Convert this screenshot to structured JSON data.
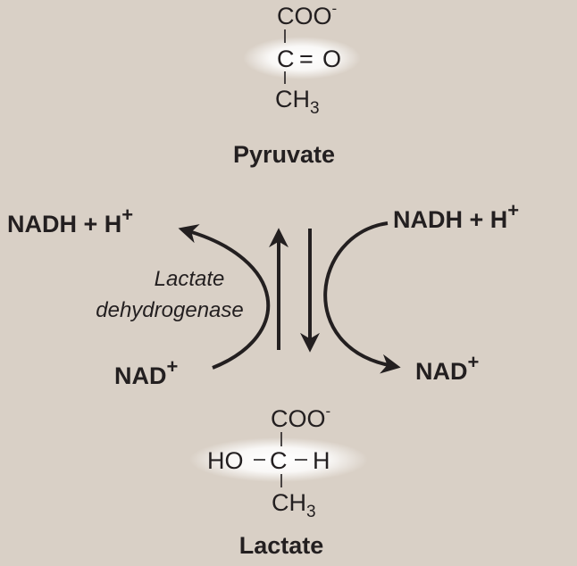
{
  "colors": {
    "background": "#d9d0c6",
    "ink": "#231f20",
    "highlight": "#ffffff"
  },
  "pyruvate": {
    "carboxylate": "COO",
    "carboxylate_charge": "-",
    "carbonyl_carbon": "C",
    "double_bond": "=",
    "carbonyl_oxygen": "O",
    "methyl": "CH",
    "methyl_subscript": "3",
    "name": "Pyruvate"
  },
  "lactate": {
    "carboxylate": "COO",
    "carboxylate_charge": "-",
    "hydroxyl": "HO",
    "central_carbon": "C",
    "hydrogen": "H",
    "methyl": "CH",
    "methyl_subscript": "3",
    "name": "Lactate"
  },
  "enzyme": {
    "line1": "Lactate",
    "line2": "dehydrogenase"
  },
  "cofactors": {
    "nadh_left": "NADH + H",
    "nadh_left_charge": "+",
    "nadh_right": "NADH + H",
    "nadh_right_charge": "+",
    "nad_left": "NAD",
    "nad_left_charge": "+",
    "nad_right": "NAD",
    "nad_right_charge": "+"
  },
  "icons": {
    "arrow_up": "reaction-arrow-up-icon",
    "arrow_down": "reaction-arrow-down-icon",
    "curve_left": "curved-arrow-left-icon",
    "curve_right": "curved-arrow-right-icon"
  }
}
